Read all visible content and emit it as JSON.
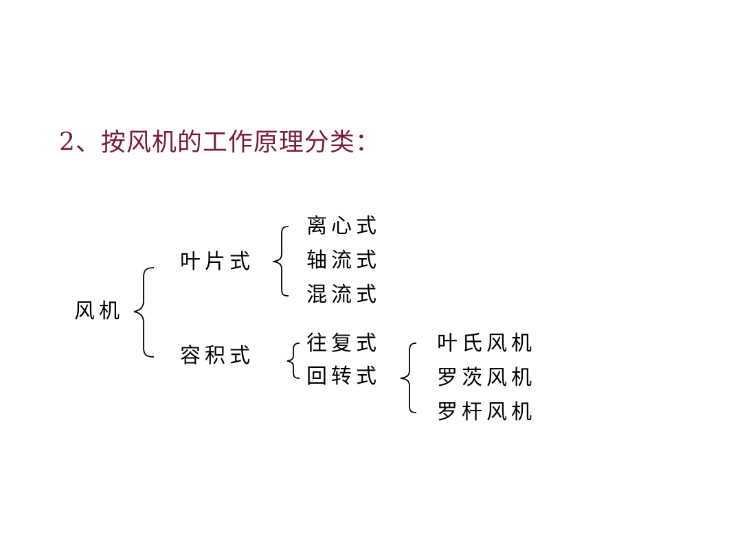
{
  "title": "2、按风机的工作原理分类：",
  "tree": {
    "root": "风机",
    "bladed": {
      "label": "叶片式",
      "children": [
        "离心式",
        "轴流式",
        "混流式"
      ]
    },
    "displacement": {
      "label": "容积式",
      "children": [
        "往复式",
        "回转式"
      ],
      "rotary_children": [
        "叶氏风机",
        "罗茨风机",
        "罗杆风机"
      ]
    }
  },
  "colors": {
    "title": "#7a1a3f",
    "text": "#000000",
    "background": "#ffffff"
  }
}
